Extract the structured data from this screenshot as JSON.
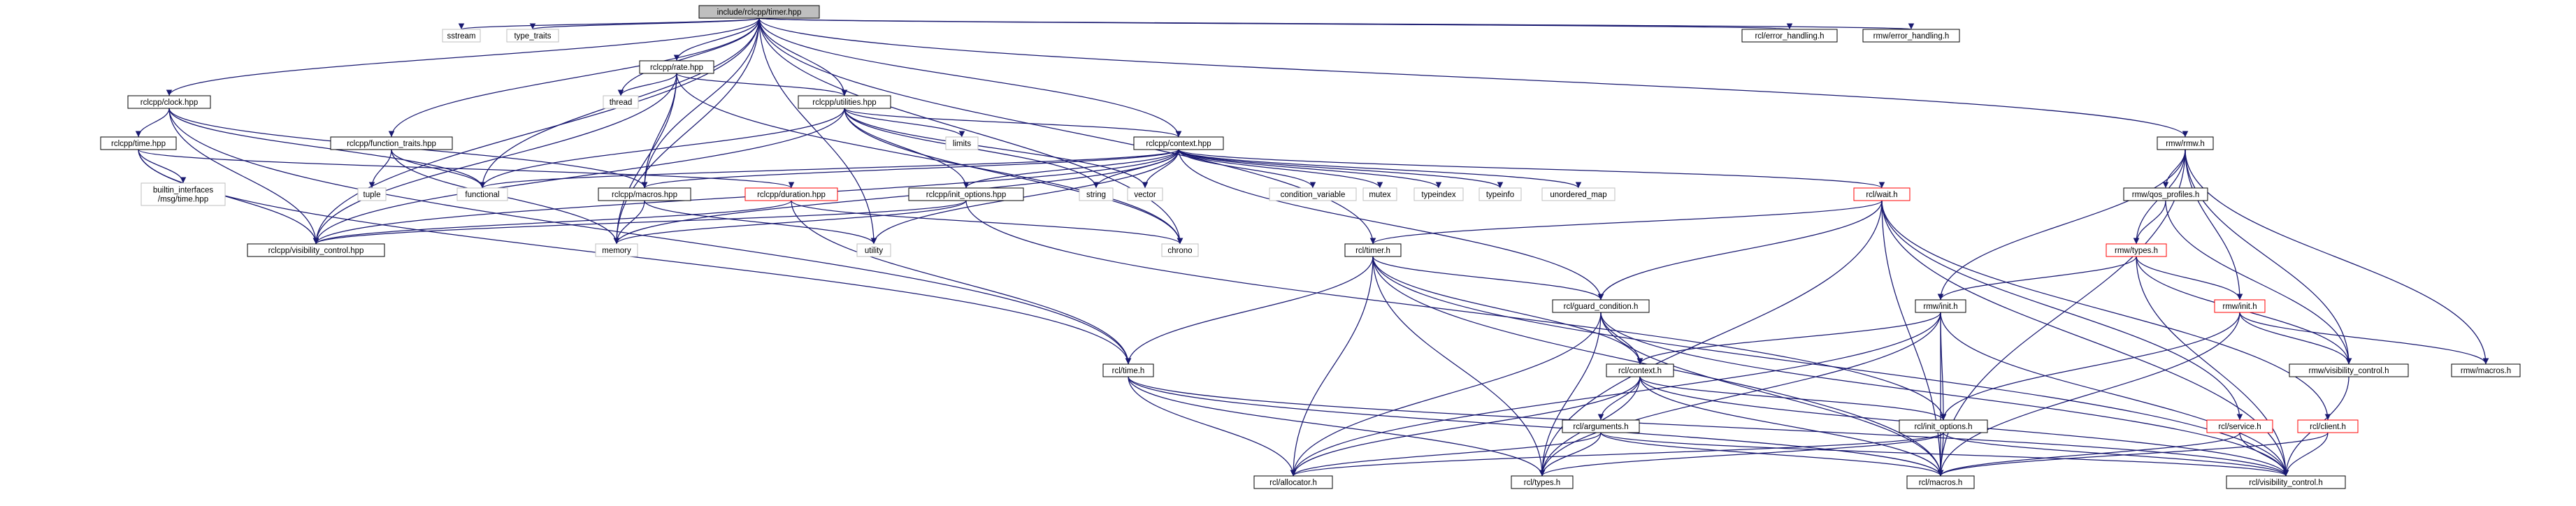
{
  "colors": {
    "edge": "#191970",
    "node_border_default": "#000000",
    "node_border_incomplete": "#ff0000",
    "node_fill_root": "#bfbfbf",
    "node_fill_default": "#ffffff"
  },
  "nodes": {
    "timer_hpp": {
      "label": "include/rclcpp/timer.hpp",
      "style": "root"
    },
    "clock_hpp": {
      "label": "rclcpp/clock.hpp",
      "style": "box"
    },
    "sstream": {
      "label": "sstream",
      "style": "plain"
    },
    "type_traits": {
      "label": "type_traits",
      "style": "plain"
    },
    "rate_hpp": {
      "label": "rclcpp/rate.hpp",
      "style": "box"
    },
    "thread": {
      "label": "thread",
      "style": "plain"
    },
    "utilities_hpp": {
      "label": "rclcpp/utilities.hpp",
      "style": "box"
    },
    "error_handling_rcl": {
      "label": "rcl/error_handling.h",
      "style": "box"
    },
    "error_handling_rmw": {
      "label": "rmw/error_handling.h",
      "style": "box"
    },
    "time_hpp": {
      "label": "rclcpp/time.hpp",
      "style": "box"
    },
    "function_traits_hpp": {
      "label": "rclcpp/function_traits.hpp",
      "style": "box"
    },
    "limits": {
      "label": "limits",
      "style": "plain"
    },
    "context_hpp": {
      "label": "rclcpp/context.hpp",
      "style": "box"
    },
    "rmw_h": {
      "label": "rmw/rmw.h",
      "style": "box"
    },
    "builtin_time": {
      "label": "builtin_interfaces\n/msg/time.hpp",
      "style": "plain"
    },
    "tuple": {
      "label": "tuple",
      "style": "plain"
    },
    "functional": {
      "label": "functional",
      "style": "plain"
    },
    "duration_hpp": {
      "label": "rclcpp/duration.hpp",
      "style": "incomplete"
    },
    "macros_hpp": {
      "label": "rclcpp/macros.hpp",
      "style": "box"
    },
    "init_options_hpp": {
      "label": "rclcpp/init_options.hpp",
      "style": "box"
    },
    "string": {
      "label": "string",
      "style": "plain"
    },
    "vector": {
      "label": "vector",
      "style": "plain"
    },
    "condition_variable": {
      "label": "condition_variable",
      "style": "plain"
    },
    "mutex": {
      "label": "mutex",
      "style": "plain"
    },
    "typeindex": {
      "label": "typeindex",
      "style": "plain"
    },
    "typeinfo": {
      "label": "typeinfo",
      "style": "plain"
    },
    "unordered_map": {
      "label": "unordered_map",
      "style": "plain"
    },
    "wait_h": {
      "label": "rcl/wait.h",
      "style": "incomplete"
    },
    "qos_profiles": {
      "label": "rmw/qos_profiles.h",
      "style": "box"
    },
    "visibility_control_hpp": {
      "label": "rclcpp/visibility_control.hpp",
      "style": "box"
    },
    "memory": {
      "label": "memory",
      "style": "plain"
    },
    "utility": {
      "label": "utility",
      "style": "plain"
    },
    "chrono": {
      "label": "chrono",
      "style": "plain"
    },
    "rcl_timer_h": {
      "label": "rcl/timer.h",
      "style": "box"
    },
    "rmw_types_h": {
      "label": "rmw/types.h",
      "style": "incomplete"
    },
    "guard_condition_h": {
      "label": "rcl/guard_condition.h",
      "style": "box"
    },
    "rmw_init_h": {
      "label": "rmw/init.h",
      "style": "box"
    },
    "rcl_init_h": {
      "label": "rmw/init.h",
      "style": "incomplete"
    },
    "rcl_time_h": {
      "label": "rcl/time.h",
      "style": "box"
    },
    "rcl_context_h": {
      "label": "rcl/context.h",
      "style": "box"
    },
    "rmw_vis_h": {
      "label": "rmw/visibility_control.h",
      "style": "box"
    },
    "rmw_macros_h": {
      "label": "rmw/macros.h",
      "style": "box"
    },
    "rcl_arguments_h": {
      "label": "rcl/arguments.h",
      "style": "box"
    },
    "rcl_init_options_h": {
      "label": "rcl/init_options.h",
      "style": "box"
    },
    "rcl_service_h": {
      "label": "rcl/service.h",
      "style": "incomplete"
    },
    "rcl_client_h": {
      "label": "rcl/client.h",
      "style": "incomplete"
    },
    "rcl_allocator_h": {
      "label": "rcl/allocator.h",
      "style": "box"
    },
    "rcl_types_h": {
      "label": "rcl/types.h",
      "style": "box"
    },
    "rcl_macros_h": {
      "label": "rcl/macros.h",
      "style": "box"
    },
    "rcl_vis_h": {
      "label": "rcl/visibility_control.h",
      "style": "box"
    }
  },
  "edges": [
    [
      "timer_hpp",
      "clock_hpp"
    ],
    [
      "timer_hpp",
      "sstream"
    ],
    [
      "timer_hpp",
      "type_traits"
    ],
    [
      "timer_hpp",
      "rate_hpp"
    ],
    [
      "timer_hpp",
      "thread"
    ],
    [
      "timer_hpp",
      "utilities_hpp"
    ],
    [
      "timer_hpp",
      "error_handling_rcl"
    ],
    [
      "timer_hpp",
      "error_handling_rmw"
    ],
    [
      "timer_hpp",
      "function_traits_hpp"
    ],
    [
      "timer_hpp",
      "functional"
    ],
    [
      "timer_hpp",
      "context_hpp"
    ],
    [
      "timer_hpp",
      "rmw_h"
    ],
    [
      "timer_hpp",
      "macros_hpp"
    ],
    [
      "timer_hpp",
      "memory"
    ],
    [
      "timer_hpp",
      "utility"
    ],
    [
      "timer_hpp",
      "chrono"
    ],
    [
      "timer_hpp",
      "visibility_control_hpp"
    ],
    [
      "timer_hpp",
      "rcl_timer_h"
    ],
    [
      "clock_hpp",
      "time_hpp"
    ],
    [
      "clock_hpp",
      "functional"
    ],
    [
      "clock_hpp",
      "macros_hpp"
    ],
    [
      "clock_hpp",
      "visibility_control_hpp"
    ],
    [
      "clock_hpp",
      "rcl_time_h"
    ],
    [
      "rate_hpp",
      "thread"
    ],
    [
      "rate_hpp",
      "utilities_hpp"
    ],
    [
      "rate_hpp",
      "memory"
    ],
    [
      "rate_hpp",
      "chrono"
    ],
    [
      "rate_hpp",
      "macros_hpp"
    ],
    [
      "rate_hpp",
      "visibility_control_hpp"
    ],
    [
      "utilities_hpp",
      "limits"
    ],
    [
      "utilities_hpp",
      "context_hpp"
    ],
    [
      "utilities_hpp",
      "functional"
    ],
    [
      "utilities_hpp",
      "string"
    ],
    [
      "utilities_hpp",
      "vector"
    ],
    [
      "utilities_hpp",
      "chrono"
    ],
    [
      "utilities_hpp",
      "init_options_hpp"
    ],
    [
      "utilities_hpp",
      "visibility_control_hpp"
    ],
    [
      "time_hpp",
      "builtin_time"
    ],
    [
      "time_hpp",
      "duration_hpp"
    ],
    [
      "time_hpp",
      "visibility_control_hpp"
    ],
    [
      "time_hpp",
      "rcl_time_h"
    ],
    [
      "function_traits_hpp",
      "tuple"
    ],
    [
      "function_traits_hpp",
      "functional"
    ],
    [
      "function_traits_hpp",
      "memory"
    ],
    [
      "context_hpp",
      "functional"
    ],
    [
      "context_hpp",
      "macros_hpp"
    ],
    [
      "context_hpp",
      "init_options_hpp"
    ],
    [
      "context_hpp",
      "string"
    ],
    [
      "context_hpp",
      "vector"
    ],
    [
      "context_hpp",
      "condition_variable"
    ],
    [
      "context_hpp",
      "mutex"
    ],
    [
      "context_hpp",
      "typeindex"
    ],
    [
      "context_hpp",
      "typeinfo"
    ],
    [
      "context_hpp",
      "unordered_map"
    ],
    [
      "context_hpp",
      "wait_h"
    ],
    [
      "context_hpp",
      "memory"
    ],
    [
      "context_hpp",
      "utility"
    ],
    [
      "context_hpp",
      "visibility_control_hpp"
    ],
    [
      "context_hpp",
      "guard_condition_h"
    ],
    [
      "duration_hpp",
      "chrono"
    ],
    [
      "duration_hpp",
      "visibility_control_hpp"
    ],
    [
      "duration_hpp",
      "rcl_time_h"
    ],
    [
      "macros_hpp",
      "memory"
    ],
    [
      "macros_hpp",
      "utility"
    ],
    [
      "init_options_hpp",
      "memory"
    ],
    [
      "init_options_hpp",
      "visibility_control_hpp"
    ],
    [
      "init_options_hpp",
      "rcl_init_options_h"
    ],
    [
      "rmw_h",
      "qos_profiles"
    ],
    [
      "rmw_h",
      "rmw_types_h"
    ],
    [
      "rmw_h",
      "rcl_init_h"
    ],
    [
      "rmw_h",
      "rmw_vis_h"
    ],
    [
      "rmw_h",
      "rmw_macros_h"
    ],
    [
      "rmw_h",
      "rmw_init_h"
    ],
    [
      "rmw_h",
      "rcl_macros_h"
    ],
    [
      "qos_profiles",
      "rmw_types_h"
    ],
    [
      "qos_profiles",
      "rmw_vis_h"
    ],
    [
      "rmw_types_h",
      "rmw_init_h"
    ],
    [
      "rmw_types_h",
      "rcl_init_h"
    ],
    [
      "rmw_types_h",
      "rmw_vis_h"
    ],
    [
      "rmw_types_h",
      "rcl_vis_h"
    ],
    [
      "rcl_init_h",
      "rmw_vis_h"
    ],
    [
      "rcl_init_h",
      "rmw_macros_h"
    ],
    [
      "rcl_init_h",
      "rcl_init_options_h"
    ],
    [
      "rcl_init_h",
      "rcl_macros_h"
    ],
    [
      "wait_h",
      "rcl_timer_h"
    ],
    [
      "wait_h",
      "guard_condition_h"
    ],
    [
      "wait_h",
      "rcl_service_h"
    ],
    [
      "wait_h",
      "rcl_client_h"
    ],
    [
      "wait_h",
      "rcl_types_h"
    ],
    [
      "wait_h",
      "rcl_macros_h"
    ],
    [
      "wait_h",
      "rcl_vis_h"
    ],
    [
      "rcl_timer_h",
      "rcl_time_h"
    ],
    [
      "rcl_timer_h",
      "guard_condition_h"
    ],
    [
      "rcl_timer_h",
      "rcl_context_h"
    ],
    [
      "rcl_timer_h",
      "rcl_allocator_h"
    ],
    [
      "rcl_timer_h",
      "rcl_types_h"
    ],
    [
      "rcl_timer_h",
      "rcl_macros_h"
    ],
    [
      "rcl_timer_h",
      "rcl_vis_h"
    ],
    [
      "guard_condition_h",
      "rcl_context_h"
    ],
    [
      "guard_condition_h",
      "rcl_allocator_h"
    ],
    [
      "guard_condition_h",
      "rcl_types_h"
    ],
    [
      "guard_condition_h",
      "rcl_macros_h"
    ],
    [
      "guard_condition_h",
      "rcl_vis_h"
    ],
    [
      "rmw_init_h",
      "rcl_context_h"
    ],
    [
      "rmw_init_h",
      "rcl_init_options_h"
    ],
    [
      "rmw_init_h",
      "rcl_allocator_h"
    ],
    [
      "rmw_init_h",
      "rcl_types_h"
    ],
    [
      "rmw_init_h",
      "rcl_macros_h"
    ],
    [
      "rmw_init_h",
      "rcl_vis_h"
    ],
    [
      "rcl_time_h",
      "rcl_allocator_h"
    ],
    [
      "rcl_time_h",
      "rcl_types_h"
    ],
    [
      "rcl_time_h",
      "rcl_macros_h"
    ],
    [
      "rcl_time_h",
      "rcl_vis_h"
    ],
    [
      "rcl_context_h",
      "rcl_arguments_h"
    ],
    [
      "rcl_context_h",
      "rcl_init_options_h"
    ],
    [
      "rcl_context_h",
      "rcl_allocator_h"
    ],
    [
      "rcl_context_h",
      "rcl_types_h"
    ],
    [
      "rcl_context_h",
      "rcl_macros_h"
    ],
    [
      "rcl_context_h",
      "rcl_vis_h"
    ],
    [
      "rcl_arguments_h",
      "rcl_allocator_h"
    ],
    [
      "rcl_arguments_h",
      "rcl_types_h"
    ],
    [
      "rcl_arguments_h",
      "rcl_macros_h"
    ],
    [
      "rcl_arguments_h",
      "rcl_vis_h"
    ],
    [
      "rcl_init_options_h",
      "rcl_allocator_h"
    ],
    [
      "rcl_init_options_h",
      "rcl_types_h"
    ],
    [
      "rcl_init_options_h",
      "rcl_macros_h"
    ],
    [
      "rcl_init_options_h",
      "rcl_vis_h"
    ],
    [
      "rcl_service_h",
      "rcl_macros_h"
    ],
    [
      "rcl_service_h",
      "rcl_vis_h"
    ],
    [
      "rcl_client_h",
      "rcl_macros_h"
    ],
    [
      "rcl_client_h",
      "rcl_vis_h"
    ],
    [
      "rmw_vis_h",
      "rcl_vis_h"
    ]
  ]
}
